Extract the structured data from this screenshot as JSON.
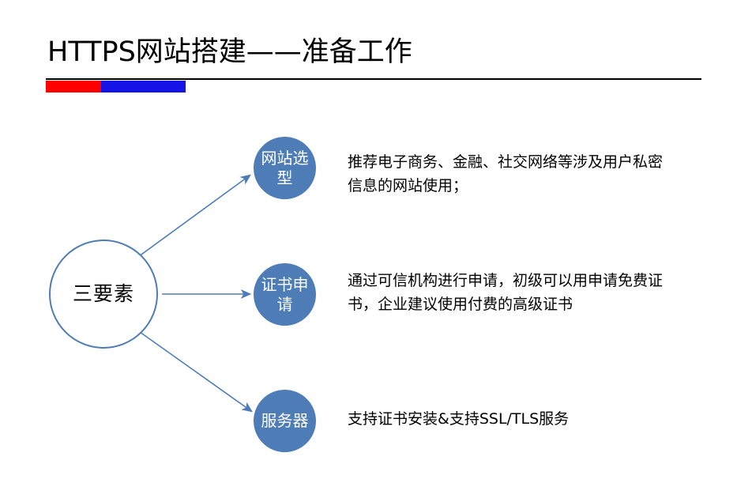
{
  "slide": {
    "title": "HTTPS网站搭建——准备工作",
    "accent_colors": {
      "red": "#ff0000",
      "blue": "#1414e6",
      "rule": "#000000"
    }
  },
  "diagram": {
    "type": "radial-hub-and-spoke",
    "accent_color": "#4d7cb6",
    "hub": {
      "label": "三要素",
      "fill": "#ffffff",
      "border_color": "#4e7cb4",
      "text_color": "#000000"
    },
    "nodes": [
      {
        "label": "网站选型",
        "fill": "#4d7cb6",
        "text_color": "#ffffff",
        "description": "推荐电子商务、金融、社交网络等涉及用户私密信息的网站使用；"
      },
      {
        "label": "证书申请",
        "fill": "#4d7cb6",
        "text_color": "#ffffff",
        "description": "通过可信机构进行申请，初级可以用申请免费证书，企业建议使用付费的高级证书"
      },
      {
        "label": "服务器",
        "fill": "#4d7cb6",
        "text_color": "#ffffff",
        "description": "支持证书安装&支持SSL/TLS服务"
      }
    ],
    "connectors": [
      {
        "name": "arrow-to-node-1",
        "direction": "up-right",
        "color": "#4d7cb6"
      },
      {
        "name": "arrow-to-node-2",
        "direction": "right",
        "color": "#4d7cb6"
      },
      {
        "name": "arrow-to-node-3",
        "direction": "down-right",
        "color": "#4d7cb6"
      }
    ]
  }
}
